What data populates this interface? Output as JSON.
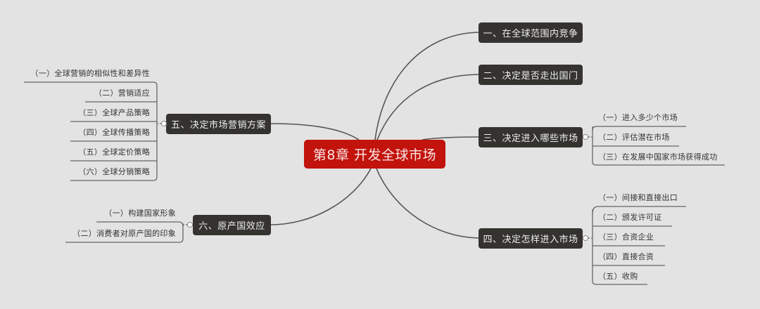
{
  "root": {
    "label": "第8章 开发全球市场",
    "color": "#c2130d"
  },
  "topic_color": "#343330",
  "background": "#e3e3e3",
  "topics": [
    {
      "id": "t1",
      "label": "一、在全球范围内竞争",
      "side": "right",
      "children": []
    },
    {
      "id": "t2",
      "label": "二、决定是否走出国门",
      "side": "right",
      "children": []
    },
    {
      "id": "t3",
      "label": "三、决定进入哪些市场",
      "side": "right",
      "children": [
        "（一）进入多少个市场",
        "（二）评估潜在市场",
        "（三）在发展中国家市场获得成功"
      ]
    },
    {
      "id": "t4",
      "label": "四、决定怎样进入市场",
      "side": "right",
      "children": [
        "（一）间接和直接出口",
        "（二）颁发许可证",
        "（三）合资企业",
        "（四）直接合资",
        "（五）收购"
      ]
    },
    {
      "id": "t5",
      "label": "五、决定市场营销方案",
      "side": "left",
      "children": [
        "（一）全球营销的相似性和差异性",
        "（二）营销适应",
        "（三）全球产品策略",
        "（四）全球传播策略",
        "（五）全球定价策略",
        "（六）全球分销策略"
      ]
    },
    {
      "id": "t6",
      "label": "六、原产国效应",
      "side": "left",
      "children": [
        "（一）构建国家形象",
        "（二）消费者对原产国的印象"
      ]
    }
  ]
}
